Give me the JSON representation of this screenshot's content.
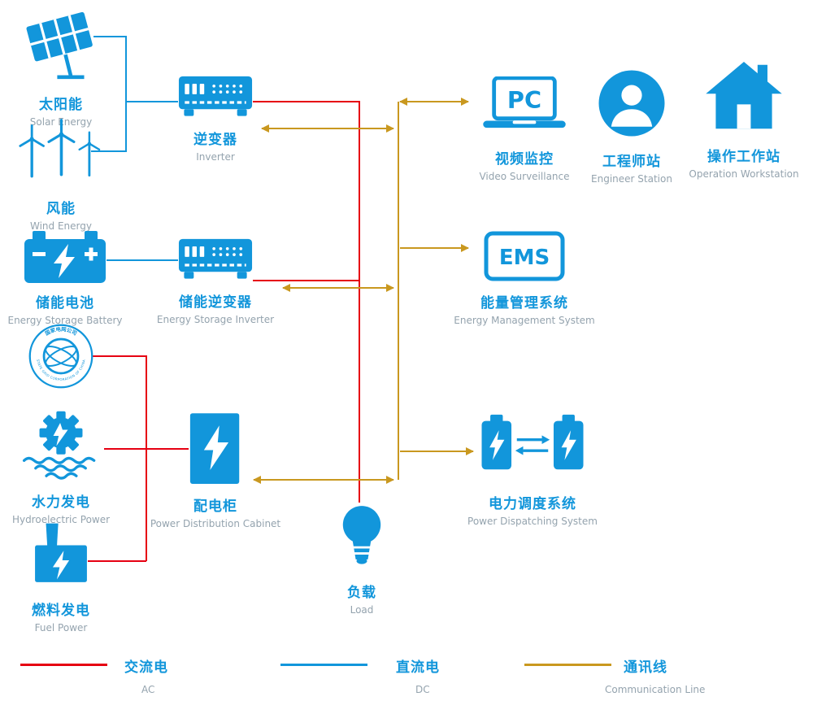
{
  "colors": {
    "primary_blue": "#1296db",
    "ac_red": "#e60012",
    "dc_blue": "#1296db",
    "comm_gold": "#c9981f",
    "label_gray": "#94a3ae"
  },
  "nodes": {
    "solar": {
      "zh": "太阳能",
      "en": "Solar Energy"
    },
    "wind": {
      "zh": "风能",
      "en": "Wind Energy"
    },
    "battery": {
      "zh": "储能电池",
      "en": "Energy Storage Battery"
    },
    "grid": {
      "ring_zh": "国家电网公司",
      "ring_en": "STATE GRID CORPORATION OF CHINA"
    },
    "hydro": {
      "zh": "水力发电",
      "en": "Hydroelectric Power"
    },
    "fuel": {
      "zh": "燃料发电",
      "en": "Fuel Power"
    },
    "inverter": {
      "zh": "逆变器",
      "en": "Inverter"
    },
    "storage_inverter": {
      "zh": "储能逆变器",
      "en": "Energy Storage Inverter"
    },
    "cabinet": {
      "zh": "配电柜",
      "en": "Power Distribution Cabinet"
    },
    "load": {
      "zh": "负载",
      "en": "Load"
    },
    "pc": {
      "icon_text": "PC",
      "zh": "视频监控",
      "en": "Video Surveillance"
    },
    "ems": {
      "icon_text": "EMS",
      "zh": "能量管理系统",
      "en": "Energy Management System"
    },
    "dispatch": {
      "zh": "电力调度系统",
      "en": "Power Dispatching System"
    },
    "engineer": {
      "zh": "工程师站",
      "en": "Engineer Station"
    },
    "workstation": {
      "zh": "操作工作站",
      "en": "Operation Workstation"
    }
  },
  "legend": {
    "ac": {
      "zh": "交流电",
      "en": "AC"
    },
    "dc": {
      "zh": "直流电",
      "en": "DC"
    },
    "comm": {
      "zh": "通讯线",
      "en": "Communication Line"
    }
  }
}
